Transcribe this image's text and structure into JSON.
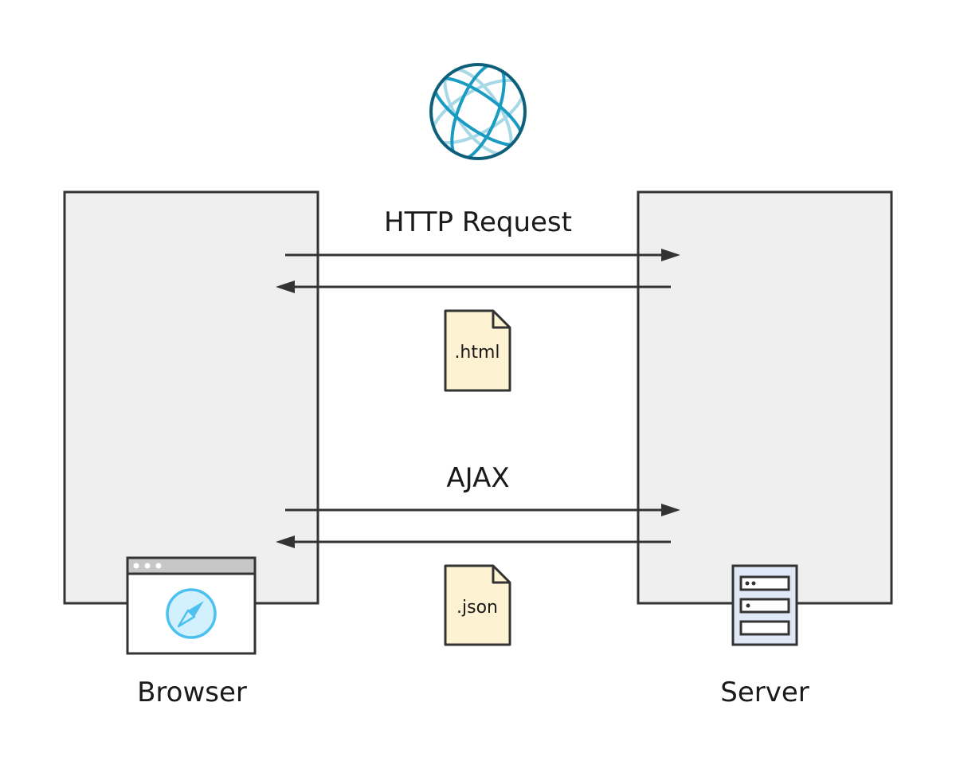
{
  "title_icon": "globe-icon",
  "nodes": {
    "browser": {
      "label": "Browser",
      "icon": "browser-window-compass-icon"
    },
    "server": {
      "label": "Server",
      "icon": "server-rack-icon"
    }
  },
  "exchanges": [
    {
      "request_label": "HTTP Request",
      "response_file": ".html",
      "file_icon": "document-icon"
    },
    {
      "request_label": "AJAX",
      "response_file": ".json",
      "file_icon": "document-icon"
    }
  ],
  "colors": {
    "panel_fill": "#efefef",
    "stroke": "#333333",
    "document_fill": "#fdf3d2",
    "globe_dark": "#0e5f7a",
    "globe_mid": "#1a9bc1",
    "globe_light": "#a7d8e6",
    "browser_accent": "#4cc0ef",
    "server_fill": "#dfe8f6"
  }
}
